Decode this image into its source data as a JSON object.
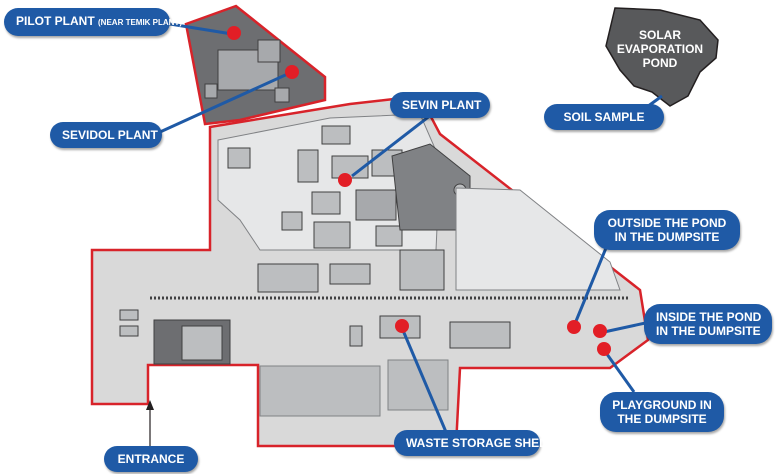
{
  "colors": {
    "site_boundary": "#d8232a",
    "label_bg": "#1f5aa6",
    "marker": "#e21e26",
    "pilot_area": "#6d6e71",
    "pond": "#58595b",
    "site_fill": "#d9d9d9",
    "building": "#bcbec0"
  },
  "labels": {
    "pilot_plant": "PILOT PLANT",
    "pilot_plant_note": "(NEAR TEMIK PLANT)",
    "sevidol_plant": "SEVIDOL PLANT",
    "sevin_plant": "SEVIN PLANT",
    "soil_sample": "SOIL SAMPLE",
    "outside_pond_line1": "OUTSIDE THE POND",
    "outside_pond_line2": "IN THE DUMPSITE",
    "inside_pond_line1": "INSIDE THE POND",
    "inside_pond_line2": "IN THE DUMPSITE",
    "playground_line1": "PLAYGROUND IN",
    "playground_line2": "THE DUMPSITE",
    "waste_storage": "WASTE STORAGE SHED",
    "entrance": "ENTRANCE"
  },
  "pond": {
    "line1": "SOLAR",
    "line2": "EVAPORATION",
    "line3": "POND"
  }
}
